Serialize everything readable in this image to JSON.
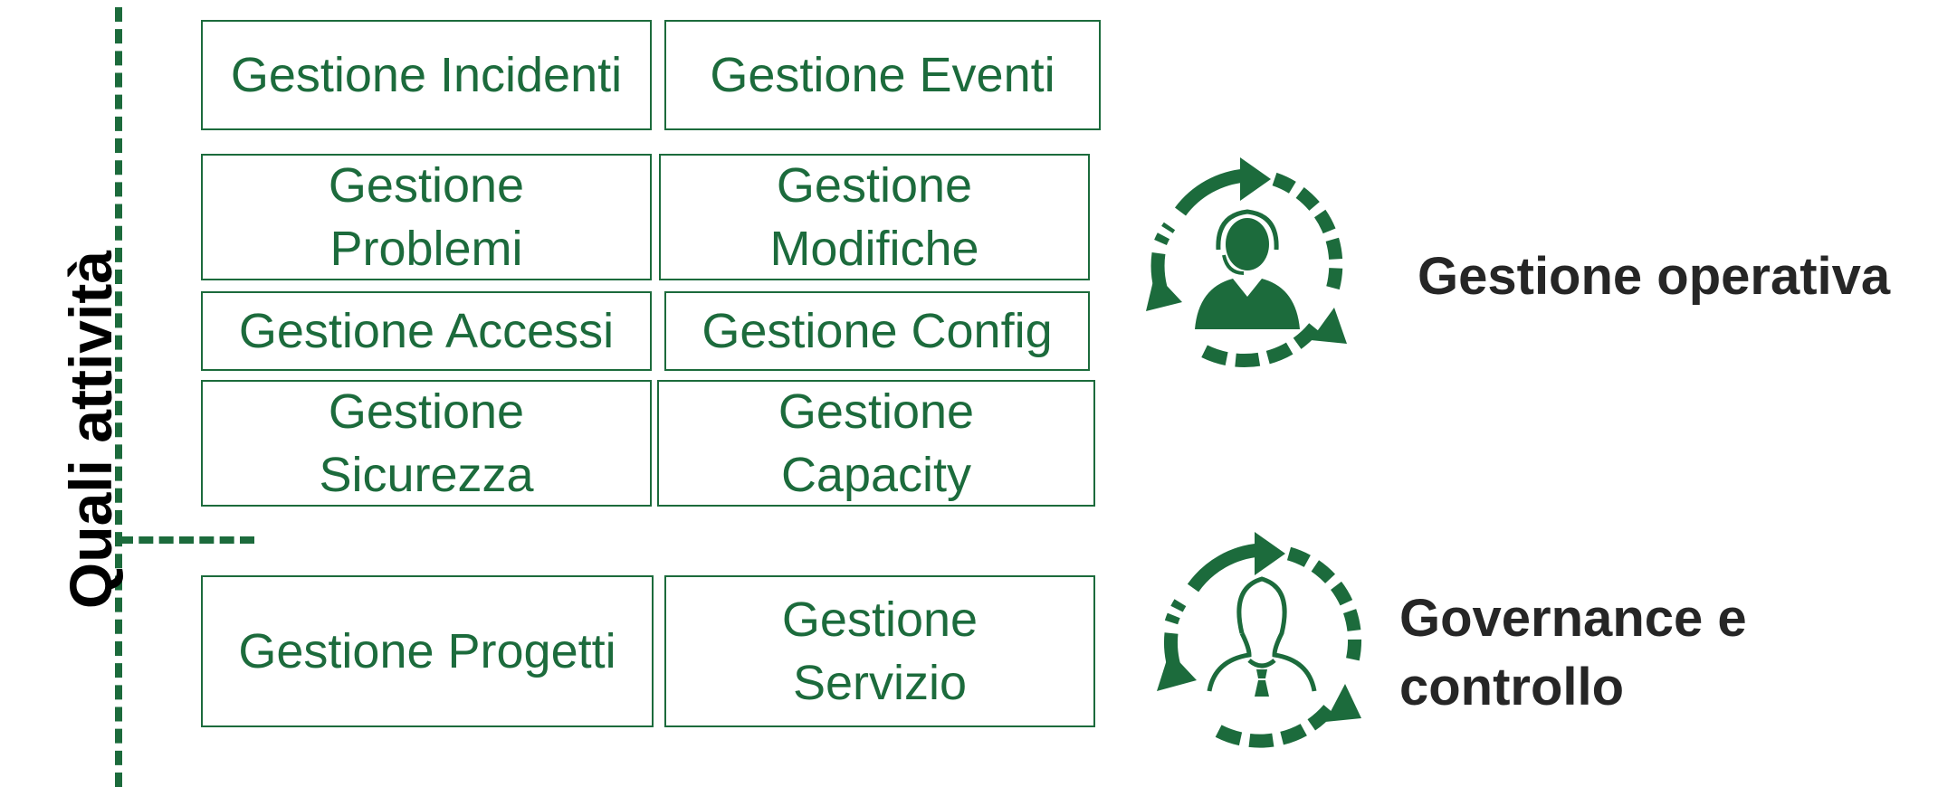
{
  "side_title": "Quali attività",
  "boxes": {
    "incidenti": "Gestione Incidenti",
    "eventi": "Gestione Eventi",
    "problemi_1": "Gestione",
    "problemi_2": "Problemi",
    "modifiche_1": "Gestione",
    "modifiche_2": "Modifiche",
    "accessi": "Gestione Accessi",
    "config": "Gestione Config",
    "sicurezza_1": "Gestione",
    "sicurezza_2": "Sicurezza",
    "capacity_1": "Gestione",
    "capacity_2": "Capacity",
    "progetti": "Gestione Progetti",
    "servizio_1": "Gestione",
    "servizio_2": "Servizio"
  },
  "groups": {
    "operativa_label": "Gestione operativa",
    "governance_label_1": "Governance e",
    "governance_label_2": "controllo"
  },
  "icons": {
    "operativa": "operator-headset-cycle-icon",
    "governance": "manager-cycle-icon"
  },
  "colors": {
    "accent": "#1c6b3c",
    "label_text": "#262626"
  }
}
